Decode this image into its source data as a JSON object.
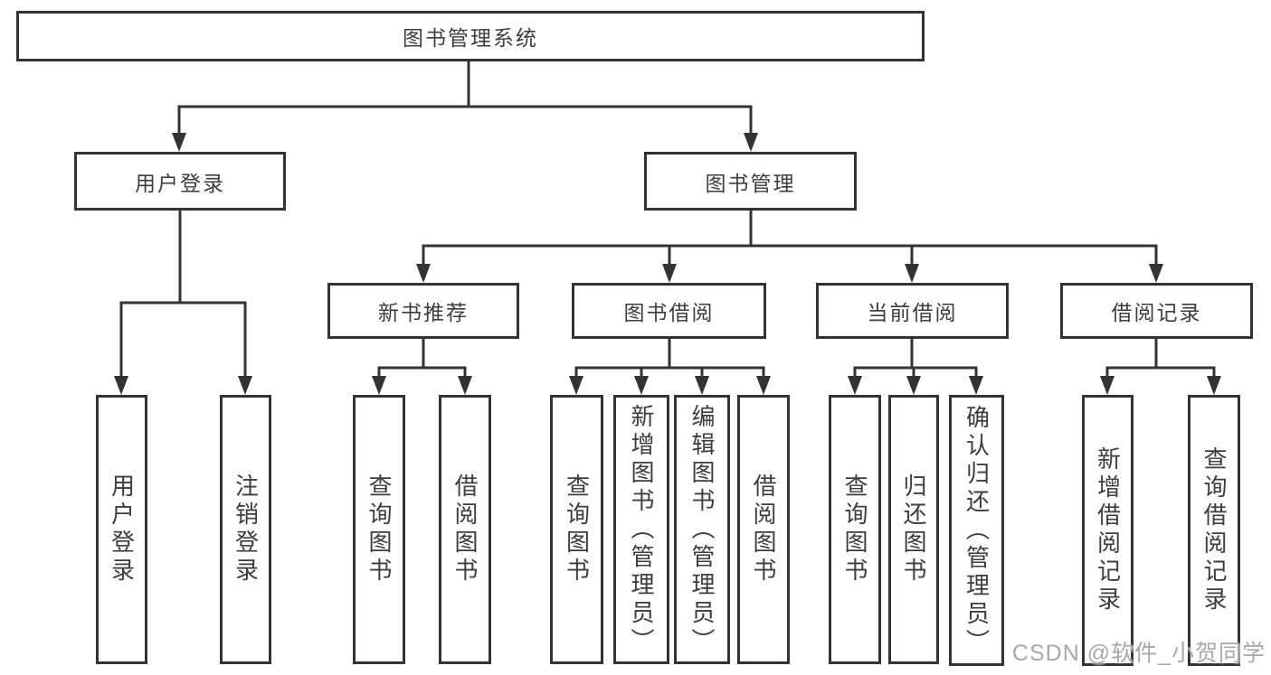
{
  "diagram": {
    "colors": {
      "line": "#333333",
      "border": "#333333",
      "text": "#3d3d3d",
      "background": "#ffffff",
      "watermark": "#a8a8a8"
    },
    "tree": {
      "label": "图书管理系统",
      "children": [
        {
          "label": "用户登录",
          "children": [
            {
              "label": "用户登录"
            },
            {
              "label": "注销登录"
            }
          ]
        },
        {
          "label": "图书管理",
          "children": [
            {
              "label": "新书推荐",
              "children": [
                {
                  "label": "查询图书"
                },
                {
                  "label": "借阅图书"
                }
              ]
            },
            {
              "label": "图书借阅",
              "children": [
                {
                  "label": "查询图书"
                },
                {
                  "label": "新增图书（管理员）"
                },
                {
                  "label": "编辑图书（管理员）"
                },
                {
                  "label": "借阅图书"
                }
              ]
            },
            {
              "label": "当前借阅",
              "children": [
                {
                  "label": "查询图书"
                },
                {
                  "label": "归还图书"
                },
                {
                  "label": "确认归还（管理员）"
                }
              ]
            },
            {
              "label": "借阅记录",
              "children": [
                {
                  "label": "新增借阅记录"
                },
                {
                  "label": "查询借阅记录"
                }
              ]
            }
          ]
        }
      ]
    }
  },
  "watermark": {
    "text": "CSDN @软件_小贺同学"
  }
}
